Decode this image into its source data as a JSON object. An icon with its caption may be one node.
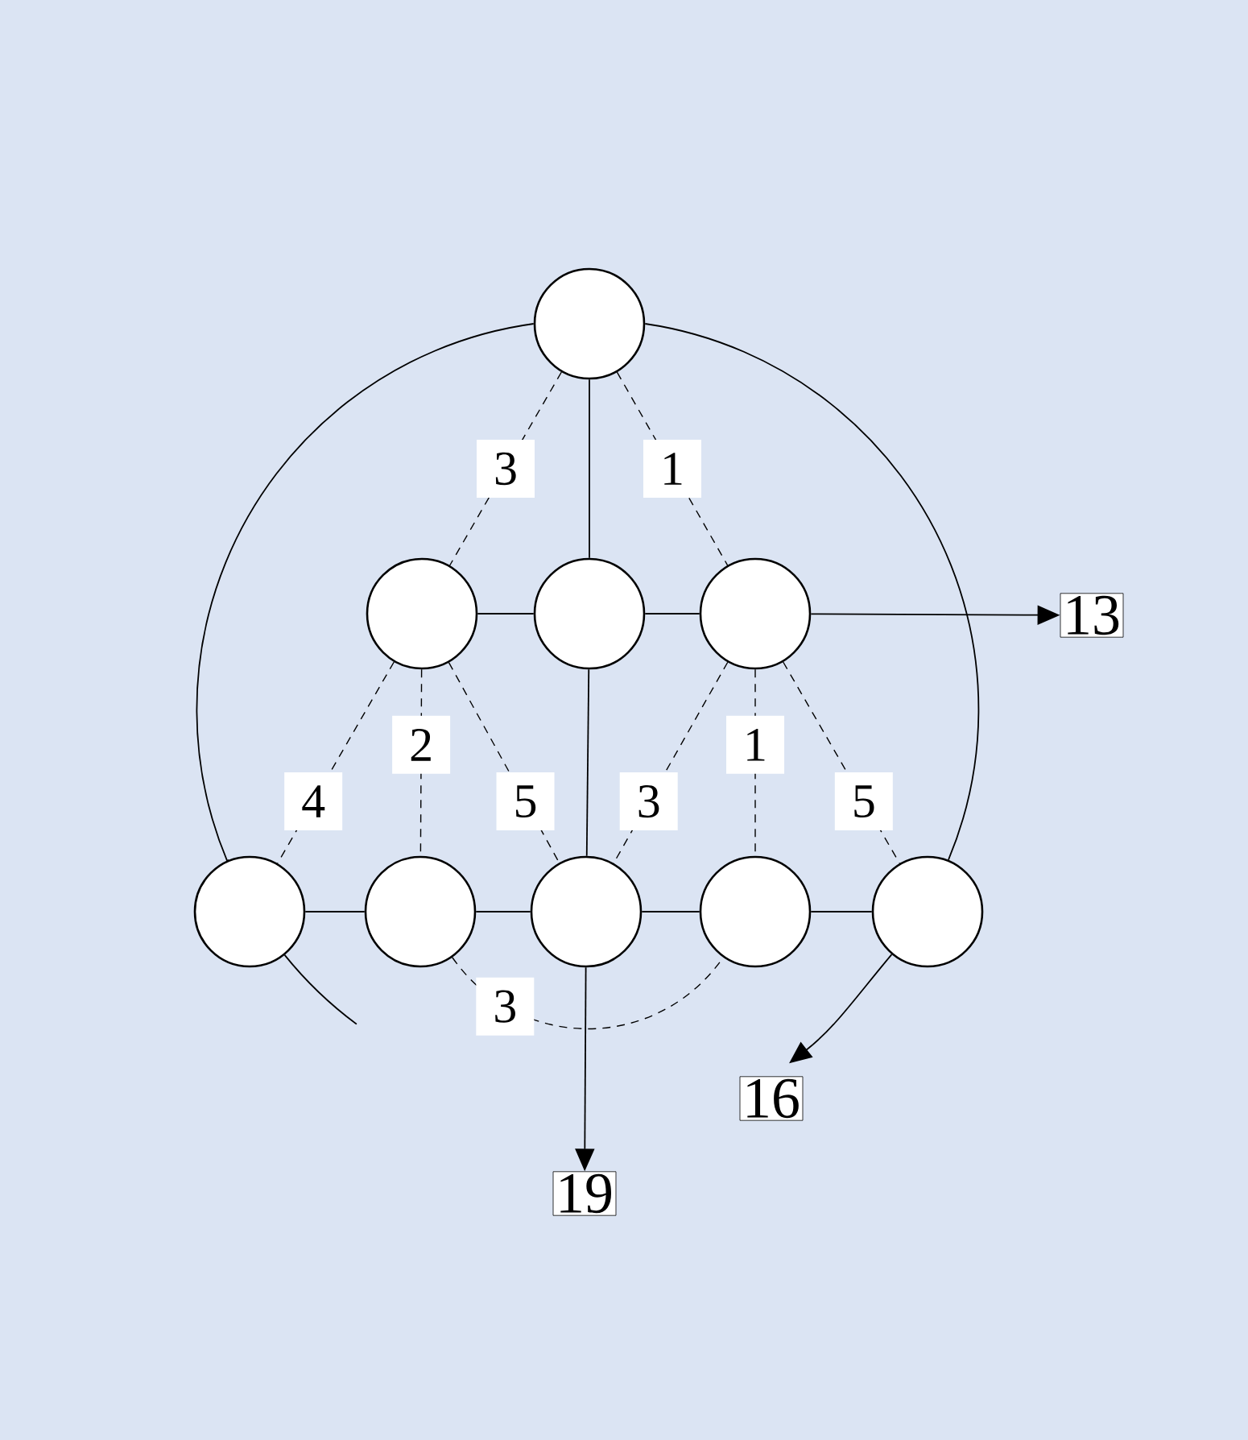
{
  "diagram": {
    "nodes": [
      {
        "text": [],
        "shape": "circle"
      },
      {
        "text": [],
        "shape": "circle"
      },
      {
        "text": [],
        "shape": "circle"
      },
      {
        "text": [],
        "shape": "circle"
      },
      {
        "text": [],
        "shape": "circle"
      },
      {
        "text": [],
        "shape": "circle"
      },
      {
        "text": [],
        "shape": "circle"
      },
      {
        "text": [],
        "shape": "circle"
      },
      {
        "text": [],
        "shape": "circle"
      },
      {
        "text": [
          "13"
        ]
      },
      {
        "text": [
          "16"
        ]
      },
      {
        "text": [
          "19"
        ]
      }
    ],
    "edges": [
      {
        "from": 0,
        "to": 1,
        "arrow": "none",
        "style": "dashed",
        "label": "3"
      },
      {
        "from": 0,
        "to": 2,
        "arrow": "none"
      },
      {
        "from": 0,
        "to": 3,
        "arrow": "none",
        "style": "dashed",
        "label": "1"
      },
      {
        "from": 1,
        "to": 2,
        "arrow": "none"
      },
      {
        "from": 2,
        "to": 3,
        "arrow": "none"
      },
      {
        "from": 3,
        "to": 9,
        "arrow": "to"
      },
      {
        "from": 1,
        "to": 4,
        "arrow": "none",
        "style": "dashed",
        "label": "4"
      },
      {
        "from": 1,
        "to": 5,
        "arrow": "none",
        "style": "dashed",
        "label": "2"
      },
      {
        "from": 1,
        "to": 6,
        "arrow": "none",
        "style": "dashed",
        "label": "5"
      },
      {
        "from": 2,
        "to": 6,
        "arrow": "none"
      },
      {
        "from": 3,
        "to": 6,
        "arrow": "none",
        "style": "dashed",
        "label": "3"
      },
      {
        "from": 3,
        "to": 7,
        "arrow": "none",
        "style": "dashed",
        "label": "1"
      },
      {
        "from": 3,
        "to": 8,
        "arrow": "none",
        "style": "dashed",
        "label": "5"
      },
      {
        "from": 4,
        "to": 5,
        "arrow": "none"
      },
      {
        "from": 5,
        "to": 6,
        "arrow": "none"
      },
      {
        "from": 6,
        "to": 7,
        "arrow": "none"
      },
      {
        "from": 7,
        "to": 8,
        "arrow": "none"
      },
      {
        "from": 6,
        "to": 11,
        "arrow": "to"
      },
      {
        "from": 5,
        "to": 7,
        "arrow": "none",
        "style": "dashed",
        "label": "3"
      },
      {
        "from": 0,
        "to": 4,
        "arrow": "none"
      },
      {
        "from": 0,
        "to": 8,
        "arrow": "none"
      },
      {
        "from": 4,
        "to": null,
        "arrow": "none"
      },
      {
        "from": 8,
        "to": 10,
        "arrow": "to"
      }
    ]
  }
}
